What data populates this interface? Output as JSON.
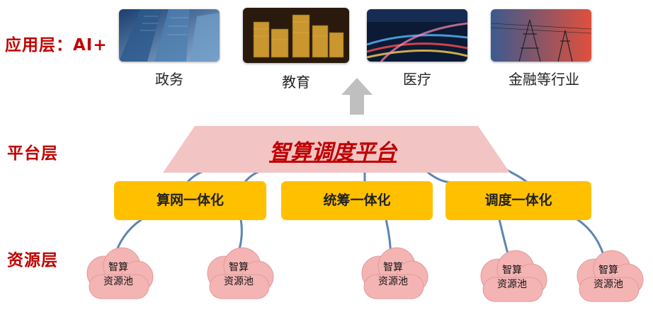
{
  "layers": {
    "application": "应用层：AI+",
    "platform": "平台层",
    "resource": "资源层"
  },
  "applications": [
    {
      "label": "政务",
      "image": "skyscrapers-photo"
    },
    {
      "label": "教育",
      "image": "coin-stacks-photo"
    },
    {
      "label": "医疗",
      "image": "traffic-light-trails-photo"
    },
    {
      "label": "金融等行业",
      "image": "power-pylon-photo"
    }
  ],
  "platform": {
    "title": "智算调度平台"
  },
  "integrations": [
    "算网一体化",
    "统筹一体化",
    "调度一体化"
  ],
  "resource_pools": [
    {
      "line1": "智算",
      "line2": "资源池"
    },
    {
      "line1": "智算",
      "line2": "资源池"
    },
    {
      "line1": "智算",
      "line2": "资源池"
    },
    {
      "line1": "智算",
      "line2": "资源池"
    },
    {
      "line1": "智算",
      "line2": "资源池"
    }
  ],
  "colors": {
    "accent": "#c00000",
    "box": "#ffc000",
    "platform": "#f2c4c4",
    "cloud": "#f4b4b4",
    "wire": "#5b86b4"
  }
}
